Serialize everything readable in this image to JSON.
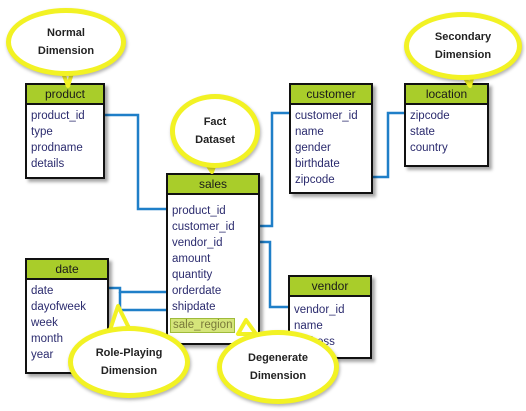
{
  "tables": {
    "product": {
      "title": "product",
      "fields": [
        "product_id",
        "type",
        "prodname",
        "details"
      ]
    },
    "customer": {
      "title": "customer",
      "fields": [
        "customer_id",
        "name",
        "gender",
        "birthdate",
        "zipcode"
      ]
    },
    "location": {
      "title": "location",
      "fields": [
        "zipcode",
        "state",
        "country"
      ]
    },
    "sales": {
      "title": "sales",
      "fields": [
        "product_id",
        "customer_id",
        "vendor_id",
        "amount",
        "quantity",
        "orderdate",
        "shipdate",
        "sale_region"
      ]
    },
    "date": {
      "title": "date",
      "fields": [
        "date",
        "dayofweek",
        "week",
        "month",
        "year"
      ]
    },
    "vendor": {
      "title": "vendor",
      "fields": [
        "vendor_id",
        "name",
        "address"
      ]
    }
  },
  "callouts": {
    "normal": {
      "line1": "Normal",
      "line2": "Dimension"
    },
    "secondary": {
      "line1": "Secondary",
      "line2": "Dimension"
    },
    "fact": {
      "line1": "Fact",
      "line2": "Dataset"
    },
    "role_playing": {
      "line1": "Role-Playing",
      "line2": "Dimension"
    },
    "degenerate": {
      "line1": "Degenerate",
      "line2": "Dimension"
    }
  },
  "colors": {
    "header": "#a9cd2a",
    "connector": "#1f7fc8",
    "callout_border": "#f2f224",
    "highlight": "#d5e57a"
  }
}
